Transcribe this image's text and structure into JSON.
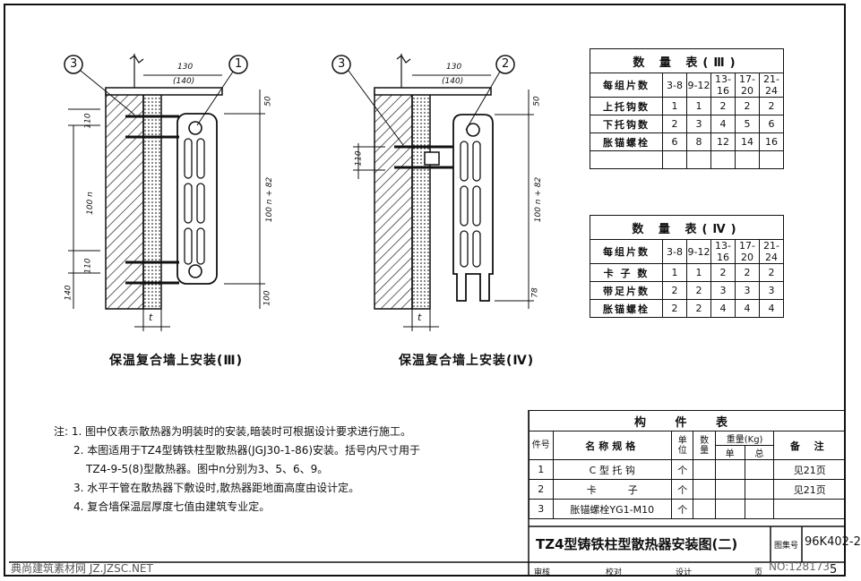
{
  "drawing3": {
    "caption": "保温复合墙上安装(Ⅲ)",
    "callout_left": "3",
    "callout_right": "1",
    "dim_top_a": "130",
    "dim_top_b": "(140)",
    "dim_110_top": "110",
    "dim_110_bottom": "110",
    "dim_100n": "100 n",
    "dim_140": "140",
    "dim_50": "50",
    "dim_100n82": "100 n + 82",
    "dim_100": "100",
    "dim_t": "t"
  },
  "drawing4": {
    "caption": "保温复合墙上安装(Ⅳ)",
    "callout_left": "3",
    "callout_right": "2",
    "dim_top_a": "130",
    "dim_top_b": "(140)",
    "dim_110": "110",
    "dim_50": "50",
    "dim_100n82": "100 n + 82",
    "dim_78": "78",
    "dim_t": "t"
  },
  "table3": {
    "title": "数 量 表(Ⅲ)",
    "header_label": "每组片数",
    "columns": [
      "3-8",
      "9-12",
      "13-16",
      "17-20",
      "21-24"
    ],
    "rows": [
      {
        "label": "上托钩数",
        "values": [
          "1",
          "1",
          "2",
          "2",
          "2"
        ]
      },
      {
        "label": "下托钩数",
        "values": [
          "2",
          "3",
          "4",
          "5",
          "6"
        ]
      },
      {
        "label": "胀锚螺栓",
        "values": [
          "6",
          "8",
          "12",
          "14",
          "16"
        ]
      },
      {
        "label": "",
        "values": [
          "",
          "",
          "",
          "",
          ""
        ]
      }
    ]
  },
  "table4": {
    "title": "数 量 表(Ⅳ)",
    "header_label": "每组片数",
    "columns": [
      "3-8",
      "9-12",
      "13-16",
      "17-20",
      "21-24"
    ],
    "rows": [
      {
        "label": "卡 子 数",
        "values": [
          "1",
          "1",
          "2",
          "2",
          "2"
        ]
      },
      {
        "label": "带足片数",
        "values": [
          "2",
          "2",
          "3",
          "3",
          "3"
        ]
      },
      {
        "label": "胀锚螺栓",
        "values": [
          "2",
          "2",
          "4",
          "4",
          "4"
        ]
      }
    ]
  },
  "notes": {
    "prefix": "注:",
    "items": [
      "1. 图中仅表示散热器为明装时的安装,暗装时可根据设计要求进行施工。",
      "2. 本图适用于TZ4型铸铁柱型散热器(JGJ30-1-86)安装。括号内尺寸用于",
      "TZ4-9-5(8)型散热器。图中n分别为3、5、6、9。",
      "3. 水平干管在散热器下敷设时,散热器距地面高度由设计定。",
      "4. 复合墙保温层厚度七值由建筑专业定。"
    ]
  },
  "parts": {
    "title": "构 件 表",
    "headers": {
      "no": "件号",
      "name": "名称规格",
      "unit": "单位",
      "qty": "数量",
      "weight": "重量(Kg)",
      "unit_w": "单",
      "total_w": "总",
      "remark": "备 注"
    },
    "rows": [
      {
        "no": "1",
        "name": "C 型 托 钩",
        "unit": "个",
        "remark": "见21页"
      },
      {
        "no": "2",
        "name": "卡          子",
        "unit": "个",
        "remark": "见21页"
      },
      {
        "no": "3",
        "name": "胀锚螺栓YG1-M10",
        "unit": "个",
        "remark": ""
      }
    ]
  },
  "titleblock": {
    "title": "TZ4型铸铁柱型散热器安装图(二)",
    "atlas_label": "图集号",
    "atlas_no": "96K402-2",
    "review": "审核",
    "check": "校对",
    "design": "设计",
    "page_label": "页",
    "page_no": "5"
  },
  "watermark": {
    "left": "典尚建筑素材网 JZ.JZSC.NET",
    "right": "NO:128173"
  }
}
